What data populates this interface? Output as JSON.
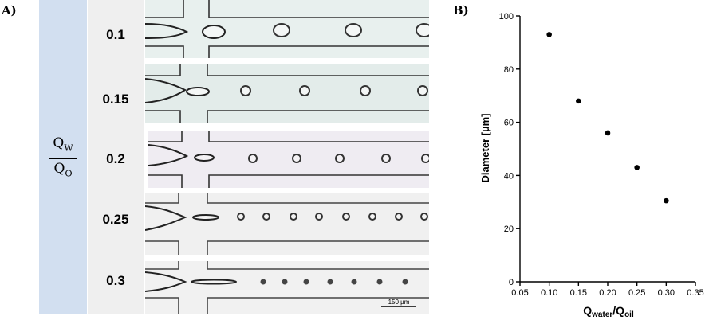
{
  "panel_a": {
    "label": "A)",
    "ratio_label": {
      "num_main": "Q",
      "num_sub": "W",
      "den_main": "Q",
      "den_sub": "O"
    },
    "rows": [
      {
        "label": "0.1"
      },
      {
        "label": "0.15"
      },
      {
        "label": "0.2"
      },
      {
        "label": "0.25"
      },
      {
        "label": "0.3"
      }
    ],
    "scale_bar": "150 µm"
  },
  "panel_b": {
    "label": "B)"
  },
  "chart_data": {
    "type": "scatter",
    "title": "",
    "xlabel_main": "Q",
    "xlabel_sub1": "water",
    "xlabel_mid": "/Q",
    "xlabel_sub2": "oil",
    "ylabel": "Diameter [µm]",
    "xlim": [
      0.05,
      0.35
    ],
    "ylim": [
      0,
      100
    ],
    "xticks": [
      "0.05",
      "0.10",
      "0.15",
      "0.20",
      "0.25",
      "0.30",
      "0.35"
    ],
    "yticks": [
      "0",
      "20",
      "40",
      "60",
      "80",
      "100"
    ],
    "x": [
      0.1,
      0.15,
      0.2,
      0.25,
      0.3
    ],
    "y": [
      93,
      68,
      56,
      43,
      30.5
    ],
    "grid": false,
    "marker_color": "#000000"
  }
}
